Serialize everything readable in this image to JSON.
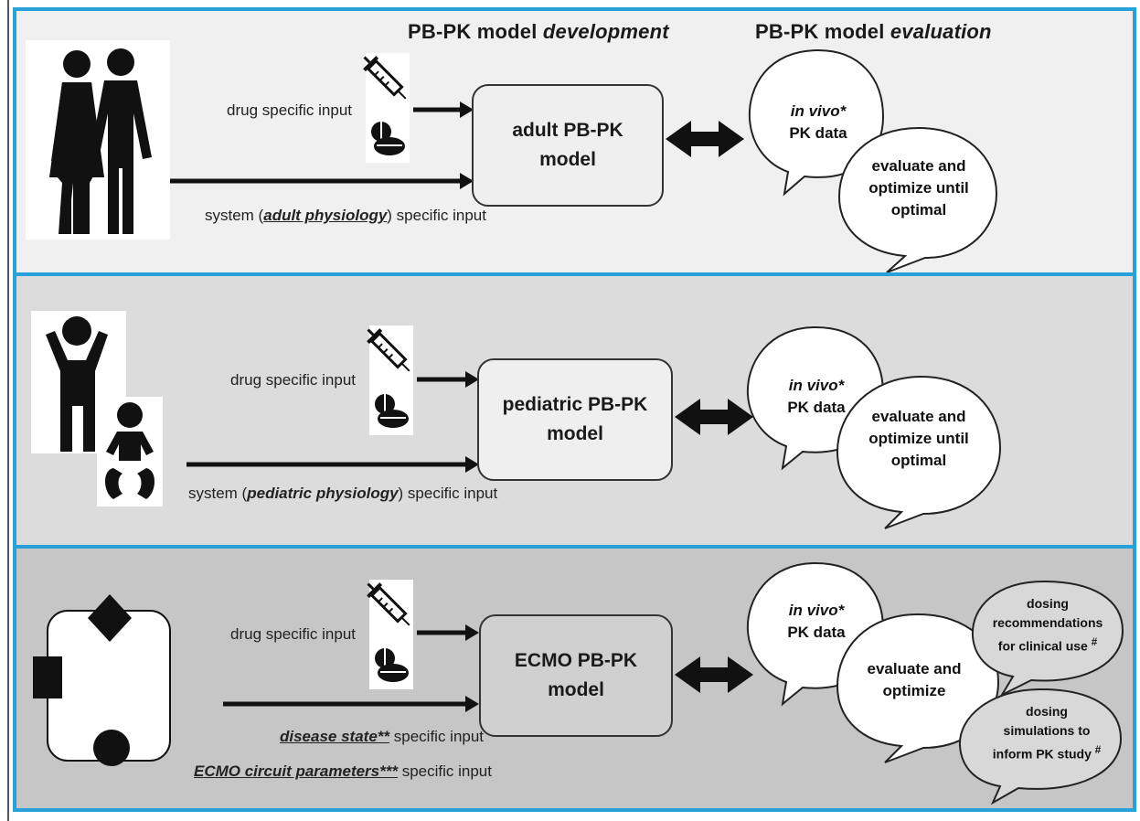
{
  "headers": {
    "development_prefix": "PB-PK model ",
    "development_em": "development",
    "evaluation_prefix": "PB-PK model ",
    "evaluation_em": "evaluation"
  },
  "rows": [
    {
      "drug_label": "drug specific input",
      "system_prefix": "system (",
      "system_em": "adult physiology",
      "system_suffix": ") specific input",
      "model_line1": "adult PB-PK",
      "model_line2": "model",
      "invivo_em": "in vivo*",
      "invivo_line2": "PK data",
      "eval_line1": "evaluate and",
      "eval_line2": "optimize until",
      "eval_line3": "optimal"
    },
    {
      "drug_label": "drug specific input",
      "system_prefix": "system (",
      "system_em": "pediatric physiology",
      "system_suffix": ") specific input",
      "model_line1": "pediatric PB-PK",
      "model_line2": "model",
      "invivo_em": "in vivo*",
      "invivo_line2": "PK data",
      "eval_line1": "evaluate and",
      "eval_line2": "optimize until",
      "eval_line3": "optimal"
    },
    {
      "drug_label": "drug specific input",
      "disease_em": "disease state**",
      "disease_suffix": " specific input",
      "ecmo_em": "ECMO circuit parameters***",
      "ecmo_suffix": " specific input",
      "model_line1": "ECMO PB-PK",
      "model_line2": "model",
      "invivo_em": "in vivo*",
      "invivo_line2": "PK data",
      "eval_line1": "evaluate and",
      "eval_line2": "optimize",
      "dosing1_line1": "dosing",
      "dosing1_line2": "recommendations",
      "dosing1_line3": "for clinical use",
      "dosing1_sup": "#",
      "dosing2_line1": "dosing",
      "dosing2_line2": "simulations to",
      "dosing2_line3": "inform PK study",
      "dosing2_sup": "#"
    }
  ],
  "colors": {
    "panel_border": "#2aa0d8",
    "panel1_bg": "#f0f0f0",
    "panel2_bg": "#dcdcdc",
    "panel3_bg": "#c6c6c6"
  },
  "icons": [
    "adults-icon",
    "child-icon",
    "baby-icon",
    "syringe-icon",
    "pills-icon",
    "ecmo-circuit-icon",
    "double-arrow-icon"
  ]
}
